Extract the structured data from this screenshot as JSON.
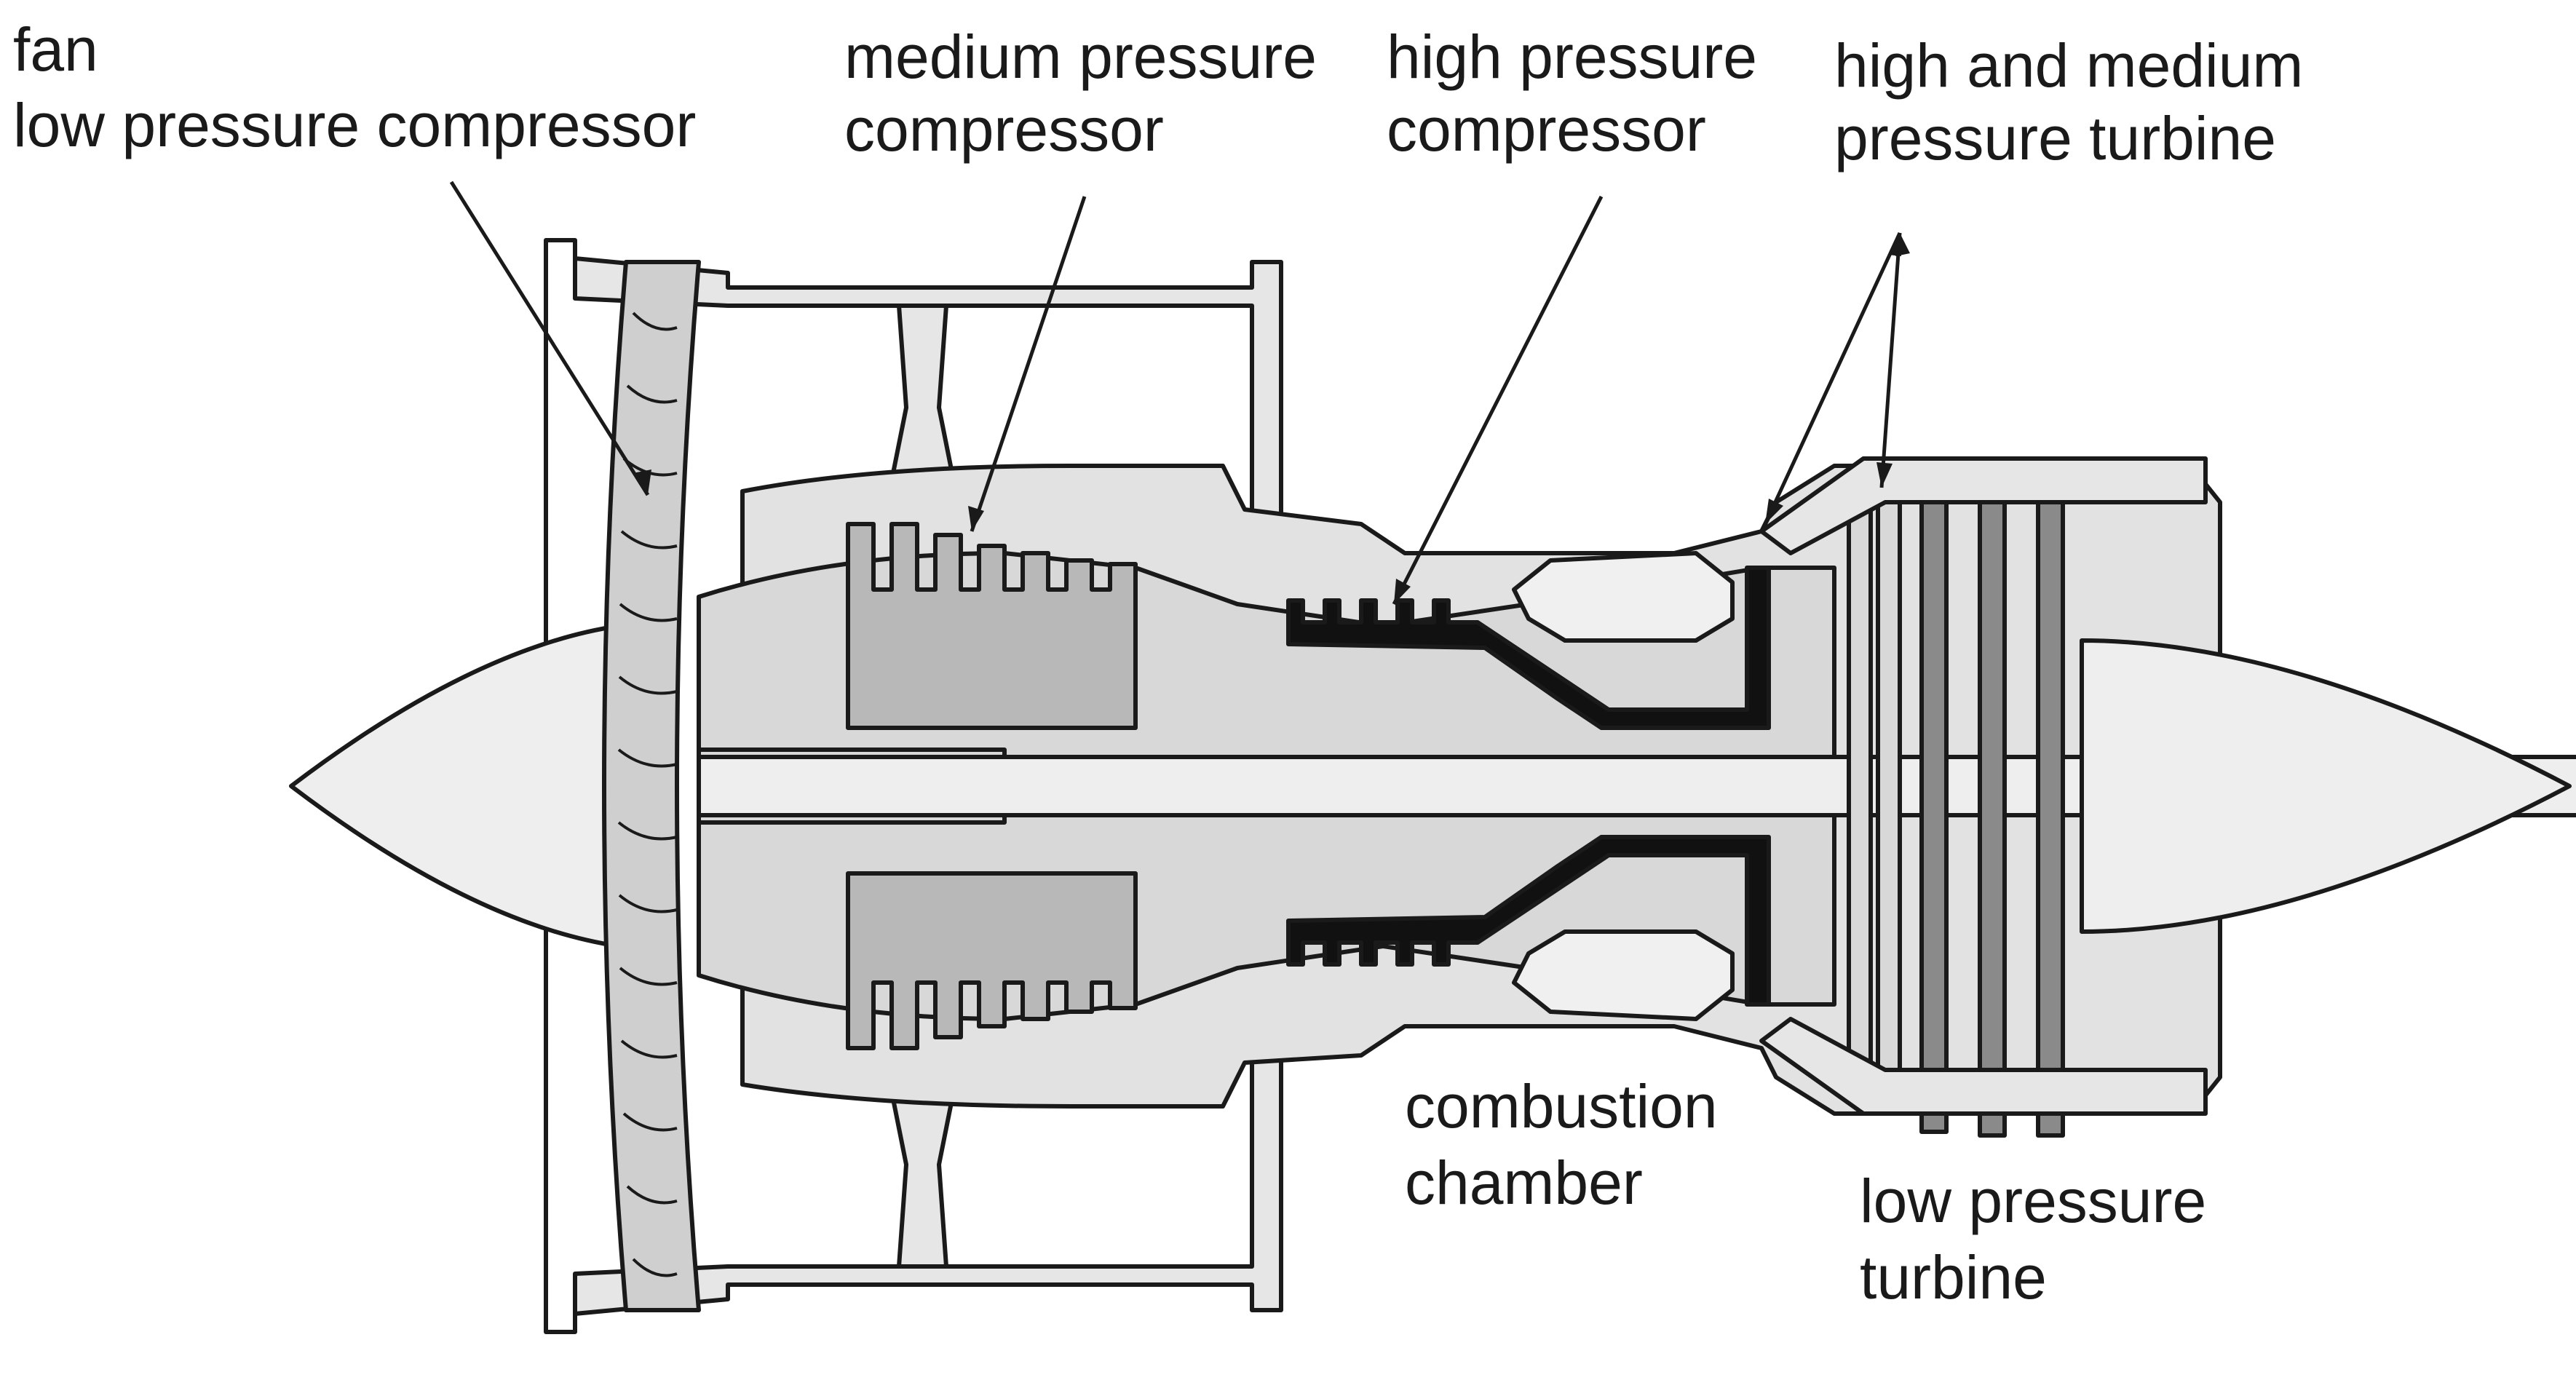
{
  "labels": {
    "fan": "fan",
    "low_pressure_compressor": "low pressure compressor",
    "medium_pressure_1": "medium pressure",
    "medium_pressure_2": "compressor",
    "high_pressure_1": "high pressure",
    "high_pressure_2": "compressor",
    "hm_turbine_1": "high and medium",
    "hm_turbine_2": "pressure turbine",
    "combustion_1": "combustion",
    "combustion_2": "chamber",
    "low_turbine_1": "low pressure",
    "low_turbine_2": "turbine"
  },
  "colors": {
    "line": "#1a1a1a",
    "casing_fill": "#e6e6e6",
    "core_fill": "#d9d9d9",
    "compressor_fill": "#b8b8b8",
    "hp_black": "#111111",
    "background": "#ffffff"
  }
}
